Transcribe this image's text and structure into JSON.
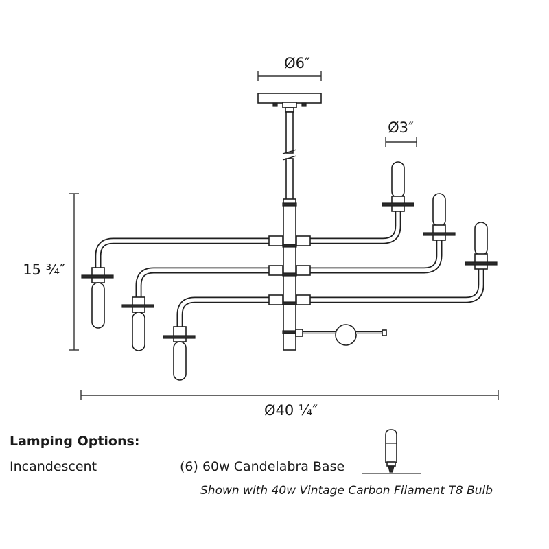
{
  "dimensions": {
    "canopy_diameter": "Ø6″",
    "shade_diameter": "Ø3″",
    "height": "15 ¾″",
    "overall_diameter": "Ø40 ¼″"
  },
  "lamping": {
    "title": "Lamping Options:",
    "type": "Incandescent",
    "base": "(6) 60w Candelabra Base",
    "note": "Shown with 40w Vintage Carbon Filament T8 Bulb"
  },
  "icons": [
    "chandelier-drawing",
    "t8-bulb-icon"
  ],
  "colors": {
    "line": "#1f1f1f",
    "text": "#1a1a1a",
    "background": "#ffffff"
  }
}
